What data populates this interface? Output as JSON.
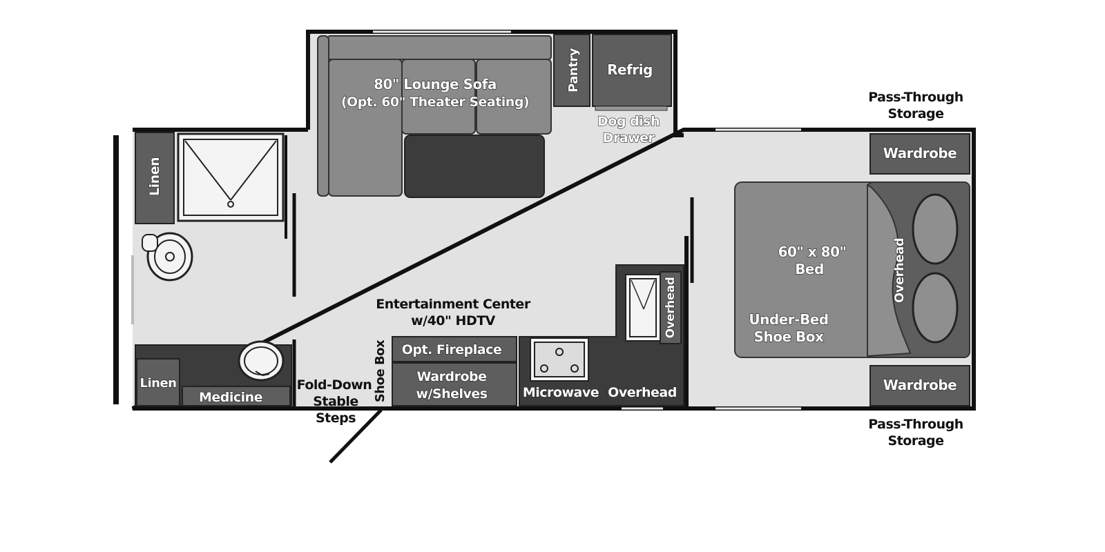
{
  "colors": {
    "floor": "#e2e2e2",
    "wall": "#111111",
    "cabinet": "#5e5e5e",
    "cushion": "#8a8a8a",
    "dark": "#3c3c3c",
    "fixture": "#f4f4f4"
  },
  "labels": {
    "sofa_line1": "80\" Lounge Sofa",
    "sofa_line2": "(Opt. 60\" Theater Seating)",
    "pantry": "Pantry",
    "refrig": "Refrig",
    "dog_line1": "Dog dish",
    "dog_line2": "Drawer",
    "pass_top_line1": "Pass-Through",
    "pass_top_line2": "Storage",
    "pass_bottom_line1": "Pass-Through",
    "pass_bottom_line2": "Storage",
    "wardrobe_top": "Wardrobe",
    "wardrobe_bottom": "Wardrobe",
    "bed_line1": "60\" x 80\"",
    "bed_line2": "Bed",
    "overhead_bed": "Overhead",
    "underbed_line1": "Under-Bed",
    "underbed_line2": "Shoe Box",
    "linen_top": "Linen",
    "linen_bottom": "Linen",
    "medicine": "Medicine",
    "entertainment_line1": "Entertainment Center",
    "entertainment_line2": "w/40\" HDTV",
    "fireplace": "Opt. Fireplace",
    "wardrobe_shelves_line1": "Wardrobe",
    "wardrobe_shelves_line2": "w/Shelves",
    "shoe_box": "Shoe Box",
    "fold_line1": "Fold-Down",
    "fold_line2": "Stable",
    "fold_line3": "Steps",
    "microwave": "Microwave",
    "overhead_kitchen": "Overhead",
    "overhead_sink": "Overhead"
  }
}
